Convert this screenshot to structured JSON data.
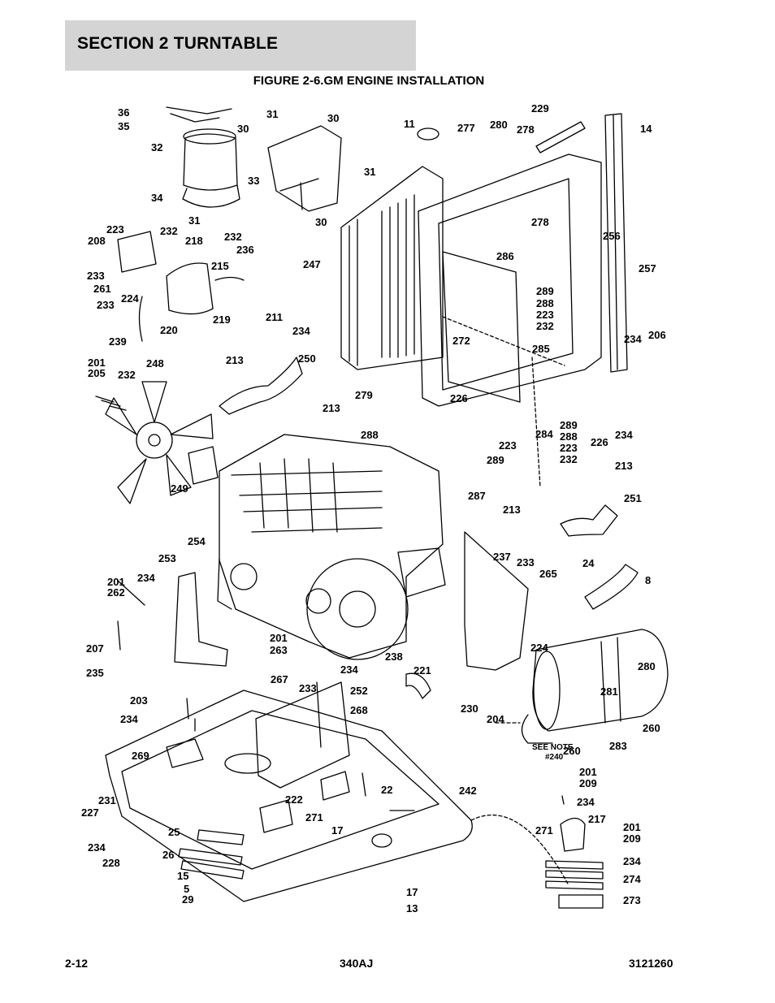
{
  "header": {
    "section_title": "SECTION 2   TURNTABLE"
  },
  "figure": {
    "title": "FIGURE 2-6.GM ENGINE INSTALLATION"
  },
  "callouts": [
    "36",
    "35",
    "32",
    "30",
    "34",
    "31",
    "31",
    "33",
    "30",
    "30",
    "31",
    "11",
    "277",
    "280",
    "278",
    "229",
    "14",
    "278",
    "223",
    "232",
    "208",
    "218",
    "232",
    "236",
    "215",
    "233",
    "261",
    "233",
    "224",
    "219",
    "220",
    "239",
    "247",
    "256",
    "286",
    "257",
    "211",
    "234",
    "289",
    "288",
    "223",
    "232",
    "272",
    "285",
    "234",
    "206",
    "201",
    "205",
    "232",
    "248",
    "213",
    "250",
    "226",
    "279",
    "213",
    "288",
    "289",
    "288",
    "223",
    "232",
    "284",
    "226",
    "234",
    "223",
    "289",
    "287",
    "213",
    "251",
    "213",
    "249",
    "254",
    "253",
    "201",
    "262",
    "234",
    "237",
    "233",
    "265",
    "24",
    "8",
    "207",
    "235",
    "224",
    "280",
    "201",
    "263",
    "238",
    "221",
    "234",
    "267",
    "233",
    "252",
    "281",
    "230",
    "204",
    "203",
    "234",
    "268",
    "260",
    "283",
    "260",
    "269",
    "201",
    "209",
    "234",
    "222",
    "22",
    "242",
    "231",
    "271",
    "227",
    "217",
    "201",
    "209",
    "271",
    "17",
    "25",
    "234",
    "228",
    "26",
    "234",
    "274",
    "15",
    "5",
    "29",
    "17",
    "13",
    "273"
  ],
  "note": {
    "line1": "SEE NOTE",
    "line2": "#240"
  },
  "footer": {
    "page": "2-12",
    "model": "340AJ",
    "doc_number": "3121260"
  }
}
